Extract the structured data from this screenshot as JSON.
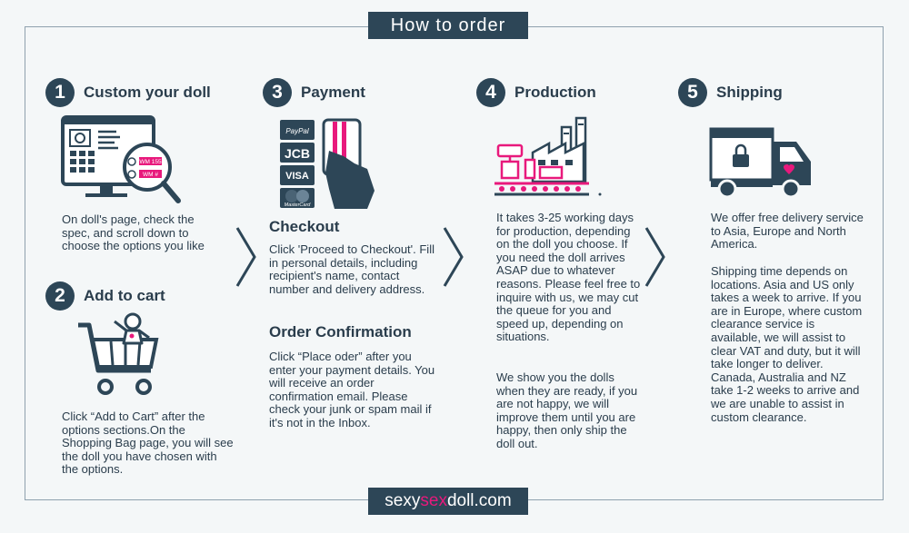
{
  "header": {
    "title": "How to order"
  },
  "footer": {
    "brand_pre": "sexy",
    "brand_accent": "sex",
    "brand_post": "doll.com"
  },
  "steps": [
    {
      "number": "1",
      "title": "Custom your doll",
      "text": "On doll's page, check the spec, and scroll down to choose the options you like"
    },
    {
      "number": "2",
      "title": "Add to cart",
      "text": "Click “Add to Cart” after the options sections.On the Shopping Bag page, you will see the doll you have chosen with the options."
    },
    {
      "number": "3",
      "title": "Payment",
      "checkout_title": "Checkout",
      "checkout_text": "Click 'Proceed to Checkout'. Fill in personal details, including recipient's name, contact number and delivery address.",
      "confirm_title": "Order Confirmation",
      "confirm_text": "Click “Place oder” after you enter your payment details. You will receive an order confirmation email. Please check your junk or spam mail if it's not in the Inbox."
    },
    {
      "number": "4",
      "title": "Production",
      "text1": "It takes 3-25 working days for production, depending on the doll you choose. If you need the doll arrives ASAP due to whatever reasons. Please feel free to inquire with us, we may cut the queue for you and speed up, depending on situations.",
      "text2": "We show you the dolls when they are ready, if you are not happy, we will improve them until you are happy, then only ship the doll out."
    },
    {
      "number": "5",
      "title": "Shipping",
      "text1": "We offer free delivery service to Asia, Europe and North America.",
      "text2": "Shipping time depends on locations. Asia and US only takes a week to arrive. If you are in Europe, where custom clearance service is available, we will assist to clear VAT and duty, but it will take longer to deliver. Canada, Australia and NZ take 1-2 weeks to arrive and we are unable to assist in custom clearance."
    }
  ],
  "card_labels": {
    "paypal": "PayPal",
    "jcb": "JCB",
    "visa": "VISA",
    "mastercard": "MasterCard"
  },
  "screen_tags": [
    "WM 155",
    "WM #"
  ],
  "colors": {
    "navy": "#2d4657",
    "accent": "#e8197c",
    "background": "#f4f7f8"
  }
}
